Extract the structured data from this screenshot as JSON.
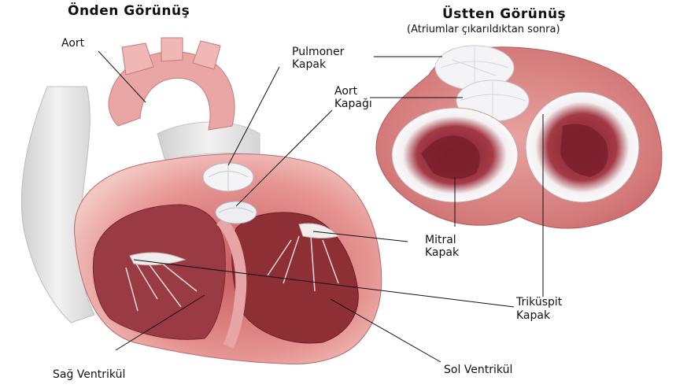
{
  "titles": {
    "front": "Önden Görünüş",
    "top": "Üstten Görünüş",
    "top_sub": "(Atriumlar çıkarıldıktan sonra)"
  },
  "labels": {
    "aort": "Aort",
    "pulmoner_1": "Pulmoner",
    "pulmoner_2": "Kapak",
    "aort_kapagi_1": "Aort",
    "aort_kapagi_2": "Kapağı",
    "mitral_1": "Mitral",
    "mitral_2": "Kapak",
    "trikuspit_1": "Triküspit",
    "trikuspit_2": "Kapak",
    "sag_ventrikul": "Sağ Ventrikül",
    "sol_ventrikul": "Sol Ventrikül"
  },
  "colors": {
    "tissue_light": "#f2c2bf",
    "tissue_mid": "#e3908c",
    "tissue_dark": "#b54a4d",
    "chamber": "#8e2f36",
    "vessel_grey": "#e2e2e2",
    "valve_white": "#f4f4f6",
    "leader": "#111111"
  }
}
